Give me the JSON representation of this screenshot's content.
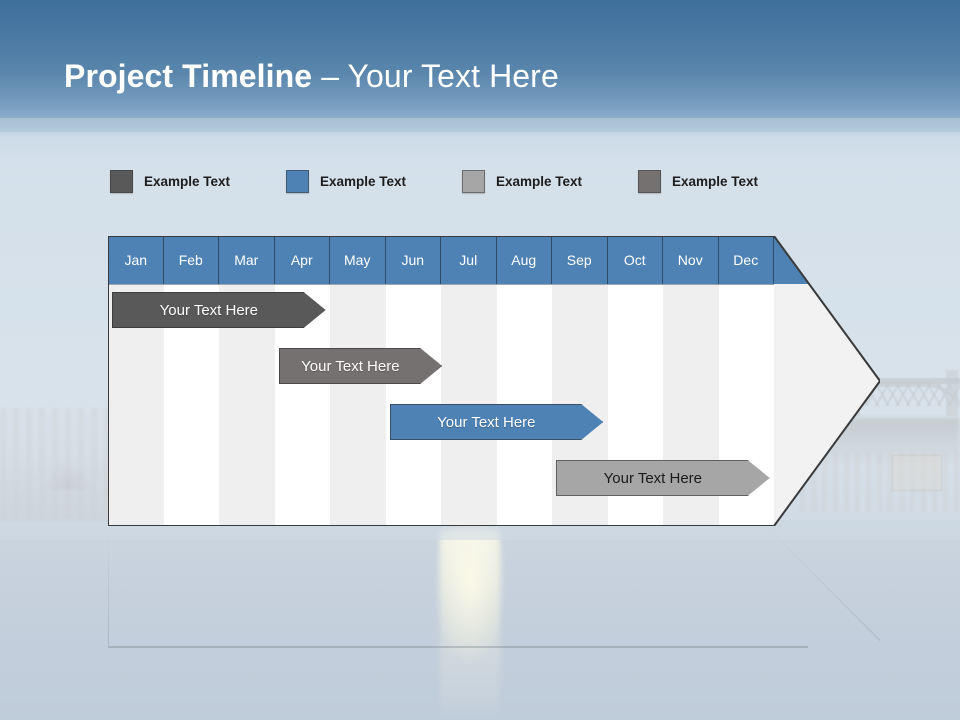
{
  "title": {
    "strong": "Project Timeline",
    "separator": " – ",
    "light": "Your Text Here"
  },
  "legend": {
    "items": [
      {
        "label": "Example Text",
        "color": "#595959",
        "name": "legend-item-1"
      },
      {
        "label": "Example Text",
        "color": "#4e82b4",
        "name": "legend-item-2"
      },
      {
        "label": "Example Text",
        "color": "#a6a6a6",
        "name": "legend-item-3"
      },
      {
        "label": "Example Text",
        "color": "#767171",
        "name": "legend-item-4"
      }
    ]
  },
  "chart_data": {
    "type": "bar",
    "title": "Project Timeline – Your Text Here",
    "categories": [
      "Jan",
      "Feb",
      "Mar",
      "Apr",
      "May",
      "Jun",
      "Jul",
      "Aug",
      "Sep",
      "Oct",
      "Nov",
      "Dec"
    ],
    "xlabel": "",
    "ylabel": "",
    "grid": true,
    "legend_position": "top",
    "series": [
      {
        "name": "Your  Text Here",
        "label": "Your  Text Here",
        "color": "#595959",
        "start_month": "Jan",
        "end_month": "Apr",
        "start_index": 0,
        "end_index": 3.85,
        "row": 0
      },
      {
        "name": "Your  Text Here",
        "label": "Your  Text Here",
        "color": "#767171",
        "start_month": "Apr",
        "end_month": "Jun",
        "start_index": 3.0,
        "end_index": 5.95,
        "row": 1
      },
      {
        "name": "Your  Text Here",
        "label": "Your  Text Here",
        "color": "#4e82b4",
        "start_month": "Jun",
        "end_month": "Sep",
        "start_index": 5.0,
        "end_index": 8.85,
        "row": 2
      },
      {
        "name": "Your  Text Here",
        "label": "Your  Text Here",
        "color": "#a6a6a6",
        "start_month": "Sep",
        "end_month": "Dec",
        "start_index": 8.0,
        "end_index": 11.85,
        "row": 3
      }
    ]
  },
  "colors": {
    "header_blue": "#4e82b4",
    "band_blue": "#4a79a3",
    "body_fill": "#f2f2f2",
    "stripe_shade": "#efefef",
    "stripe_plain": "#ffffff",
    "outline": "#3a3a3a"
  }
}
